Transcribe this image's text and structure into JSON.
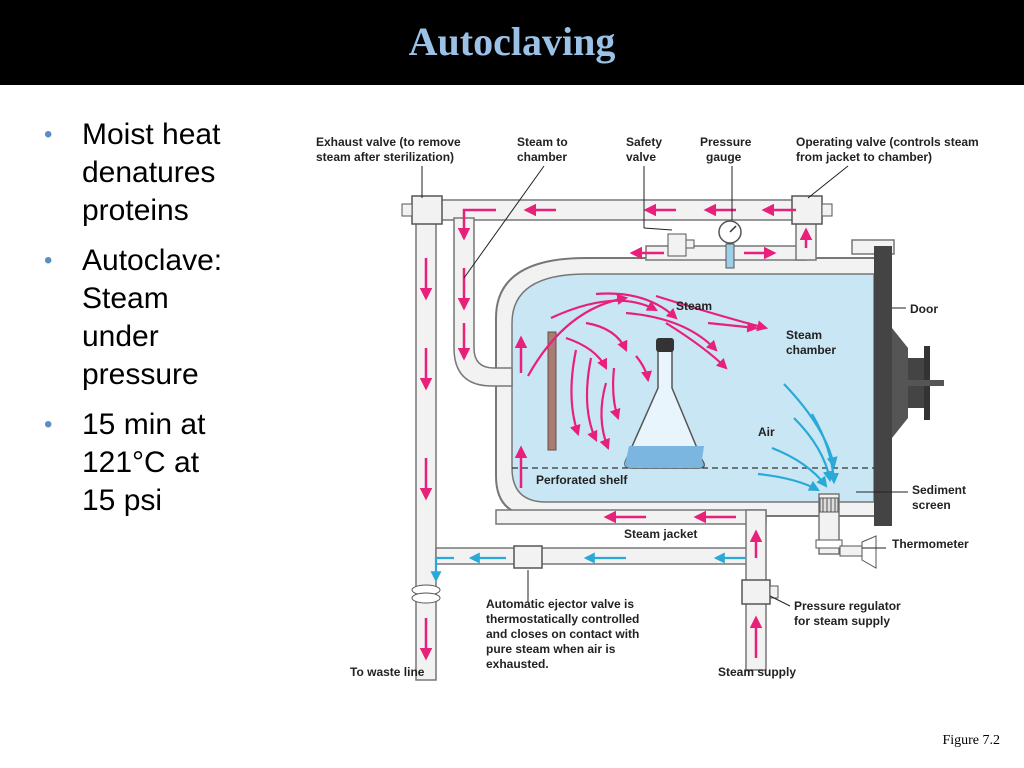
{
  "slide": {
    "title": "Autoclaving",
    "bullets": [
      {
        "lines": [
          "Moist heat",
          "denatures",
          "proteins"
        ]
      },
      {
        "lines": [
          "Autoclave:",
          "Steam",
          "under",
          "pressure"
        ]
      },
      {
        "lines": [
          "15 min at",
          "121°C at",
          "15 psi"
        ]
      }
    ],
    "caption": "Figure 7.2"
  },
  "diagram": {
    "labels": {
      "exhaust_valve": [
        "Exhaust valve (to remove",
        "steam after sterilization)"
      ],
      "steam_to_chamber": [
        "Steam to",
        "chamber"
      ],
      "safety_valve": [
        "Safety",
        "valve"
      ],
      "pressure_gauge": [
        "Pressure",
        "gauge"
      ],
      "operating_valve": [
        "Operating valve (controls steam",
        "from jacket to chamber)"
      ],
      "steam": "Steam",
      "steam_chamber": [
        "Steam",
        "chamber"
      ],
      "door": "Door",
      "air": "Air",
      "perforated_shelf": "Perforated shelf",
      "sediment_screen": [
        "Sediment",
        "screen"
      ],
      "steam_jacket": "Steam jacket",
      "thermometer": "Thermometer",
      "ejector_valve": [
        "Automatic ejector valve is",
        "thermostatically controlled",
        "and closes on contact with",
        "pure steam when air is",
        "exhausted."
      ],
      "pressure_regulator": [
        "Pressure regulator",
        "for steam supply"
      ],
      "to_waste_line": "To waste line",
      "steam_supply": "Steam supply"
    },
    "colors": {
      "steam_arrow": "#e8207a",
      "air_arrow": "#29a9d6",
      "chamber_fill": "#c9e6f5",
      "pipe": "#f2f2f2",
      "pipe_outline": "#777777",
      "door": "#444444",
      "title": "#9bc2e6"
    }
  }
}
